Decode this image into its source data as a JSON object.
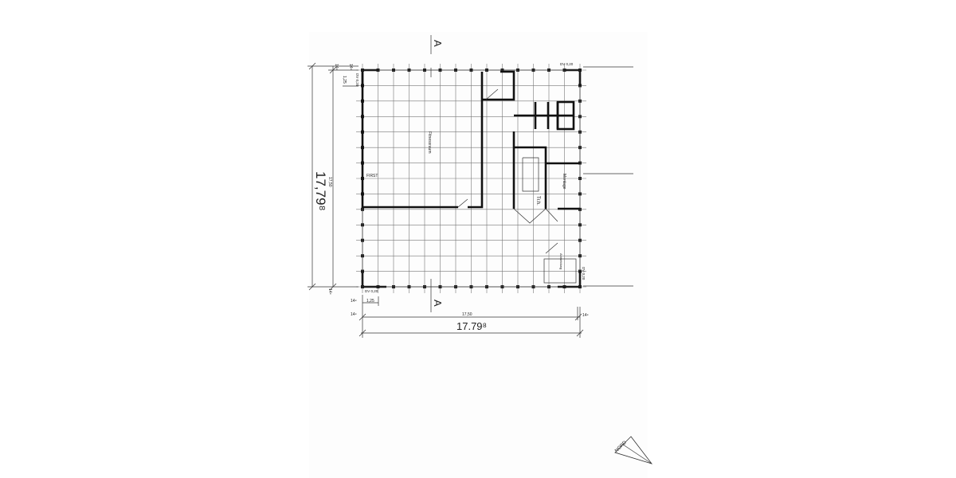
{
  "plan": {
    "section_marker": "A",
    "rooms": {
      "fitness": "Fitnessraum",
      "first": "FIRST",
      "stair": "Tr.h.",
      "montage": "Montage",
      "reception": "Anmeldung"
    },
    "notes": {
      "dv_top_right": "DV 0,20",
      "dv_top_left": "DV 0,20",
      "dv_bottom_left": "DV 0,20",
      "dv_bottom_right": "DV 0,20"
    },
    "dimensions": {
      "overall": "17,79⁸",
      "overall_bottom": "17.79⁸",
      "inner": "17,50",
      "bay": "1,25",
      "edge": "14⁹"
    },
    "north_label": "NORD",
    "grid_bays": 14
  }
}
